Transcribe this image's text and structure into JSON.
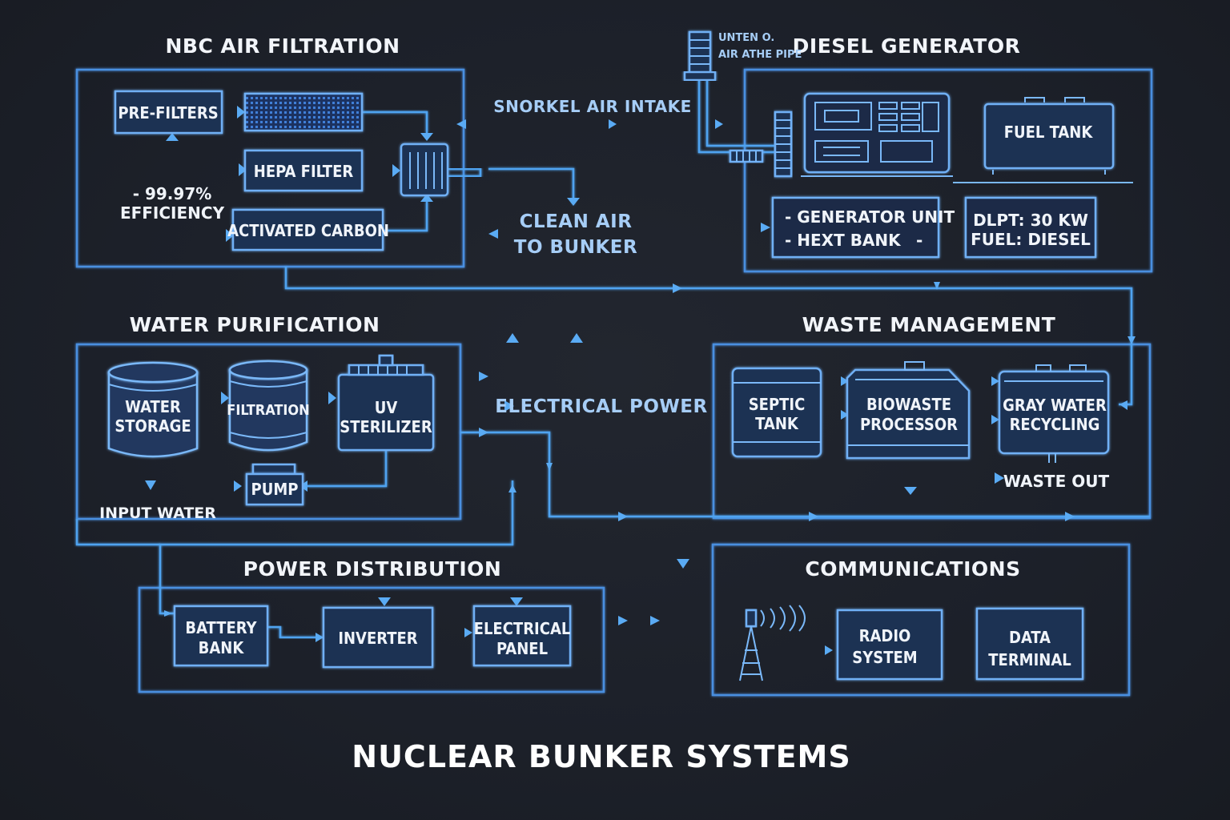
{
  "title": "NUCLEAR BUNKER SYSTEMS",
  "nbc": {
    "title": "NBC AIR FILTRATION",
    "prefilters": "PRE-FILTERS",
    "hepa": "HEPA FILTER",
    "carbon": "ACTIVATED CARBON",
    "efficiency_line1": "- 99.97%",
    "efficiency_line2": "EFFICIENCY"
  },
  "air": {
    "snorkel": "SNORKEL AIR INTAKE",
    "clean_line1": "CLEAN AIR",
    "clean_line2": "TO BUNKER",
    "pipe_line1": "UNTEN O.",
    "pipe_line2": "AIR ATHE PIPE"
  },
  "diesel": {
    "title": "DIESEL GENERATOR",
    "fuel_tank": "FUEL TANK",
    "unit_line1": "- GENERATOR UNIT",
    "unit_line2": "- HEXT BANK",
    "unit_dash": "-",
    "spec_line1": "DLPT: 30 KW",
    "spec_line2": "FUEL: DIESEL"
  },
  "water": {
    "title": "WATER PURIFICATION",
    "storage_line1": "WATER",
    "storage_line2": "STORAGE",
    "filtration": "FILTRATION",
    "uv_line1": "UV",
    "uv_line2": "STERILIZER",
    "pump": "PUMP",
    "input": "INPUT WATER"
  },
  "electrical_power": "ELECTRICAL POWER",
  "waste": {
    "title": "WASTE MANAGEMENT",
    "septic_line1": "SEPTIC",
    "septic_line2": "TANK",
    "bio_line1": "BIOWASTE",
    "bio_line2": "PROCESSOR",
    "gray_line1": "GRAY WATER",
    "gray_line2": "RECYCLING",
    "out": "WASTE OUT"
  },
  "power": {
    "title": "POWER DISTRIBUTION",
    "battery_line1": "BATTERY",
    "battery_line2": "BANK",
    "inverter": "INVERTER",
    "panel_line1": "ELECTRICAL",
    "panel_line2": "PANEL"
  },
  "comms": {
    "title": "COMMUNICATIONS",
    "radio_line1": "RADIO",
    "radio_line2": "SYSTEM",
    "data_line1": "DATA",
    "data_line2": "TERMINAL"
  }
}
